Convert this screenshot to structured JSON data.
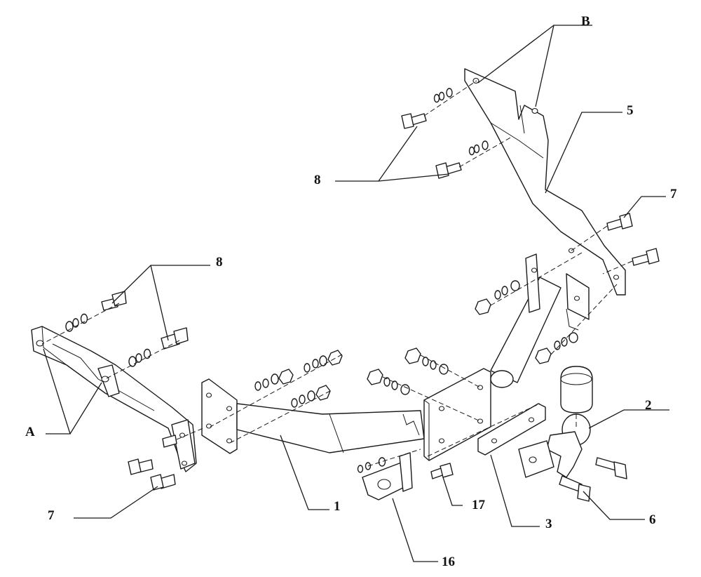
{
  "labels": {
    "A": "A",
    "B": "B",
    "n1": "1",
    "n2": "2",
    "n3": "3",
    "n5": "5",
    "n6": "6",
    "n7_left": "7",
    "n7_right": "7",
    "n8_left": "8",
    "n8_top": "8",
    "n16": "16",
    "n17": "17"
  },
  "colors": {
    "ink": "#1a1a1a",
    "paper": "#ffffff"
  }
}
